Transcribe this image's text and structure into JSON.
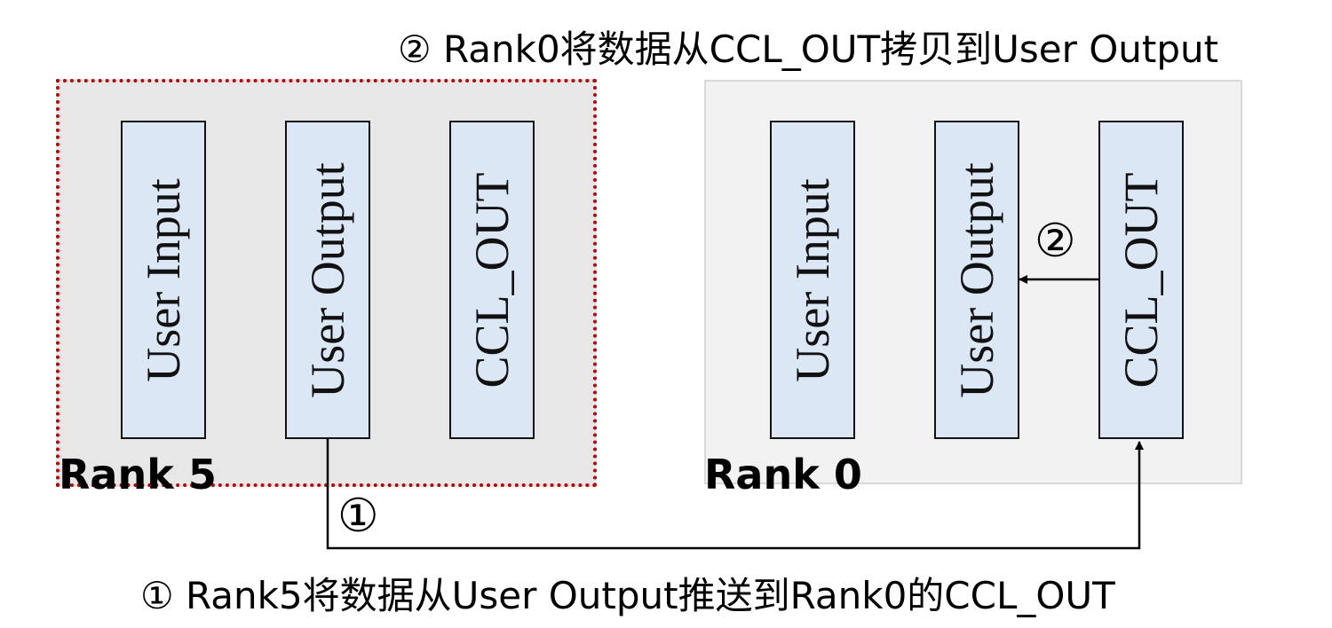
{
  "captions": {
    "top": "② Rank0将数据从CCL_OUT拷贝到User Output",
    "bottom": "① Rank5将数据从User Output推送到Rank0的CCL_OUT"
  },
  "ranks": {
    "rank5": {
      "label": "Rank 5",
      "buffers": [
        "User Input",
        "User Output",
        "CCL_OUT"
      ]
    },
    "rank0": {
      "label": "Rank 0",
      "buffers": [
        "User Input",
        "User Output",
        "CCL_OUT"
      ]
    }
  },
  "steps": {
    "step1": "①",
    "step2": "②"
  },
  "colors": {
    "buffer_fill": "#dbe7f5",
    "rank5_fill": "#e7e7e7",
    "rank5_border": "#c00000",
    "rank0_fill": "#f2f2f2",
    "rank0_border": "#d9d9d9"
  }
}
